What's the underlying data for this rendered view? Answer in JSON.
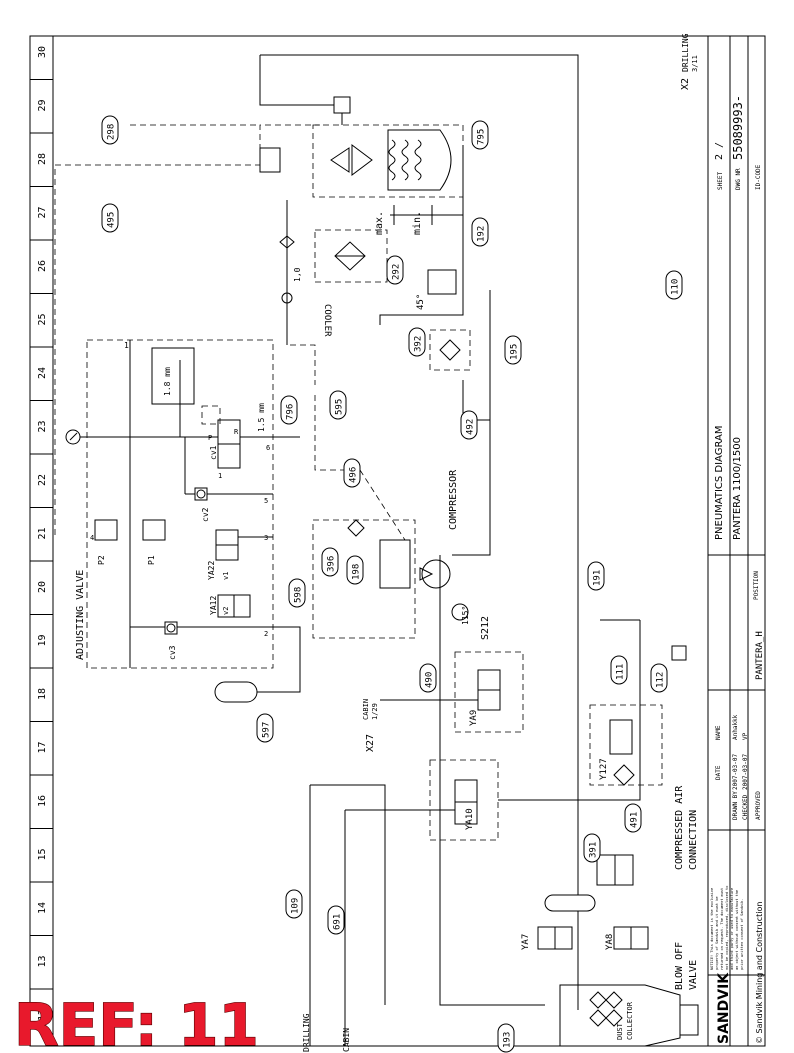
{
  "ref_label": "REF: 11",
  "grid_numbers": [
    "30",
    "29",
    "28",
    "27",
    "26",
    "25",
    "24",
    "23",
    "22",
    "21",
    "20",
    "19",
    "18",
    "17",
    "16",
    "15",
    "14",
    "13",
    "12"
  ],
  "labels": {
    "adjusting_valve": "ADJUSTING VALVE",
    "compressor": "COMPRESSOR",
    "cooler": "COOLER",
    "max": "max.",
    "min": "min.",
    "blow_off_valve_1": "BLOW OFF",
    "blow_off_valve_2": "VALVE",
    "compressed_air_1": "COMPRESSED AIR",
    "compressed_air_2": "CONNECTION",
    "dust_collector_1": "DUST",
    "dust_collector_2": "COLLECTOR",
    "x2_drilling": "X2",
    "x2_drilling_sub": "DRILLING",
    "x2_page": "3/11",
    "x27": "X27",
    "cabin_top": "CABIN",
    "cabin_page": "1/29",
    "drilling_bottom": "DRILLING",
    "cabin_bottom": "CABIN",
    "deg45": "45°",
    "deg115": "115°",
    "s212": "S212",
    "orifice_10": "1,0",
    "orifice_18": "1.8 mm",
    "orifice_15": "1.5 mm",
    "cv1": "cv1",
    "cv2": "cv2",
    "cv3": "cv3",
    "p1": "P1",
    "p2": "P2",
    "ya22": "YA22",
    "ya12": "YA12",
    "v1": "v1",
    "v2": "v2",
    "ya9": "YA9",
    "ya10": "YA10",
    "y127": "Y127",
    "ya7": "YA7",
    "ya8": "YA8",
    "port_p": "P",
    "port_r": "R",
    "port_1": "1",
    "port_2": "2",
    "port_3": "3",
    "port_4": "4",
    "port_5": "5",
    "port_6": "6"
  },
  "bubbles": [
    "298",
    "495",
    "795",
    "192",
    "292",
    "392",
    "195",
    "796",
    "595",
    "492",
    "496",
    "396",
    "198",
    "598",
    "597",
    "490",
    "191",
    "110",
    "111",
    "112",
    "491",
    "391",
    "109",
    "691",
    "193"
  ],
  "title_block": {
    "title_1": "PNEUMATICS DIAGRAM",
    "title_2": "PANTERA 1100/1500",
    "position_label": "POSITION",
    "position_value": "PANTERA_H",
    "sheet_label": "SHEET",
    "sheet_value": "2 /",
    "dwg_label": "DWG NR",
    "dwg_value": "55089993-",
    "id_label": "ID-CODE",
    "col_date": "DATE",
    "col_name": "NAME",
    "drawn_by_label": "DRAWN BY",
    "drawn_by_date": "2007-03-07",
    "drawn_by_name": "Anhakkk",
    "checked_label": "CHECKED",
    "checked_date": "2007-03-07",
    "checked_name": "VP",
    "approved_label": "APPROVED",
    "notice_1": "NOTICE! This document is the exclusive",
    "notice_2": "property of Sandvik and it must be",
    "notice_3": "returned on request. The document must",
    "notice_4": "not be copied, reproduced, disclosed to",
    "notice_5": "and third party or used to manufacture",
    "notice_6": "an object without consent without the",
    "notice_7": "prior written consent of Sandvik.",
    "logo": "SANDVIK",
    "copyright": "© Sandvik Mining and Construction"
  }
}
